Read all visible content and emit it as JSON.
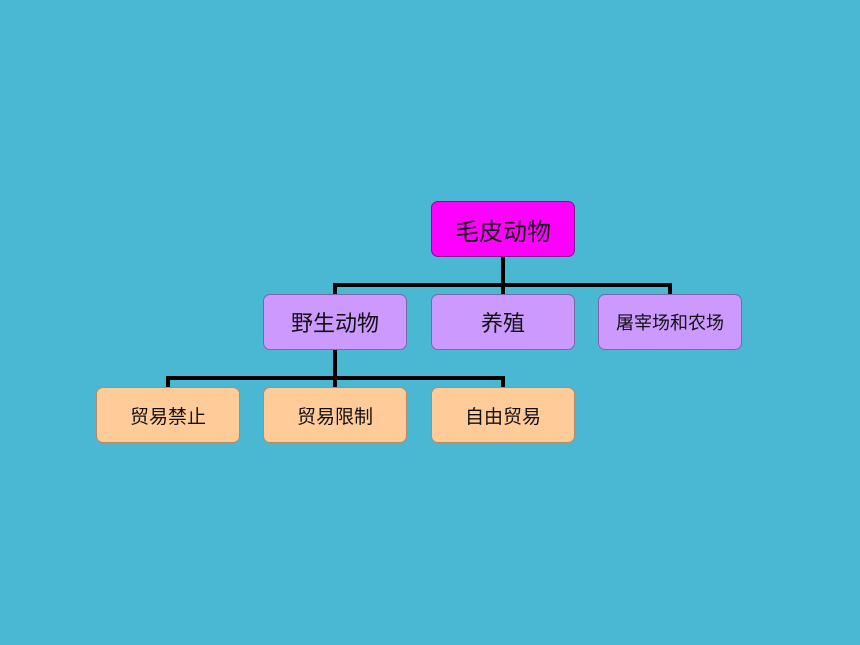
{
  "colors": {
    "background": "#4ab8d3",
    "root": "#ff00ff",
    "level2": "#cc99ff",
    "level3": "#ffcc99",
    "connector": "#000000"
  },
  "root": {
    "label": "毛皮动物"
  },
  "level2": [
    {
      "label": "野生动物"
    },
    {
      "label": "养殖"
    },
    {
      "label": "屠宰场和农场"
    }
  ],
  "level3": [
    {
      "label": "贸易禁止"
    },
    {
      "label": "贸易限制"
    },
    {
      "label": "自由贸易"
    }
  ]
}
